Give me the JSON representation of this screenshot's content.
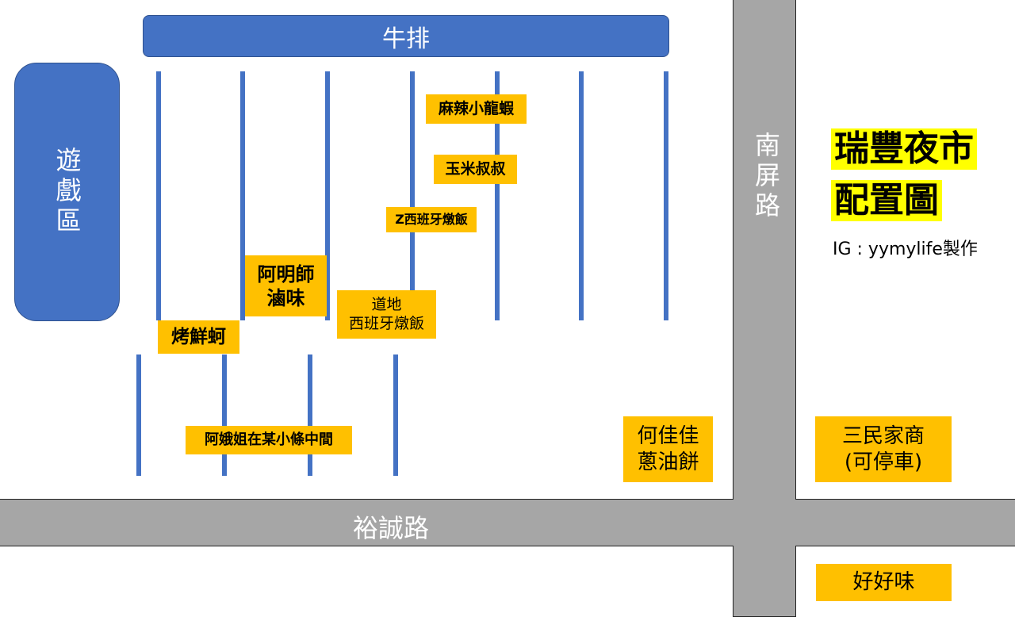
{
  "title": {
    "line1": "瑞豐夜市",
    "line2": "配置圖"
  },
  "credit": "IG : yymylife製作",
  "blocks": {
    "steak": "牛排",
    "game_area": "遊戲區"
  },
  "roads": {
    "yucheng": "裕誠路",
    "nanping": "南屏路"
  },
  "stalls": {
    "mala_crayfish": "麻辣小龍蝦",
    "corn_uncle": "玉米叔叔",
    "z_paella": "Z西班牙燉飯",
    "aming_l1": "阿明師",
    "aming_l2": "滷味",
    "authentic_paella_l1": "道地",
    "authentic_paella_l2": "西班牙燉飯",
    "oyster": "烤鮮蚵",
    "ae_jie": "阿娥姐在某小條中間",
    "hejiajia_l1": "何佳佳",
    "hejiajia_l2": "蔥油餅",
    "sanmin_l1": "三民家商",
    "sanmin_l2": "(可停車)",
    "haohaowei": "好好味"
  },
  "colors": {
    "road": "#a6a6a6",
    "block": "#4472c4",
    "stall": "#ffc000",
    "title_highlight": "#ffff00"
  }
}
